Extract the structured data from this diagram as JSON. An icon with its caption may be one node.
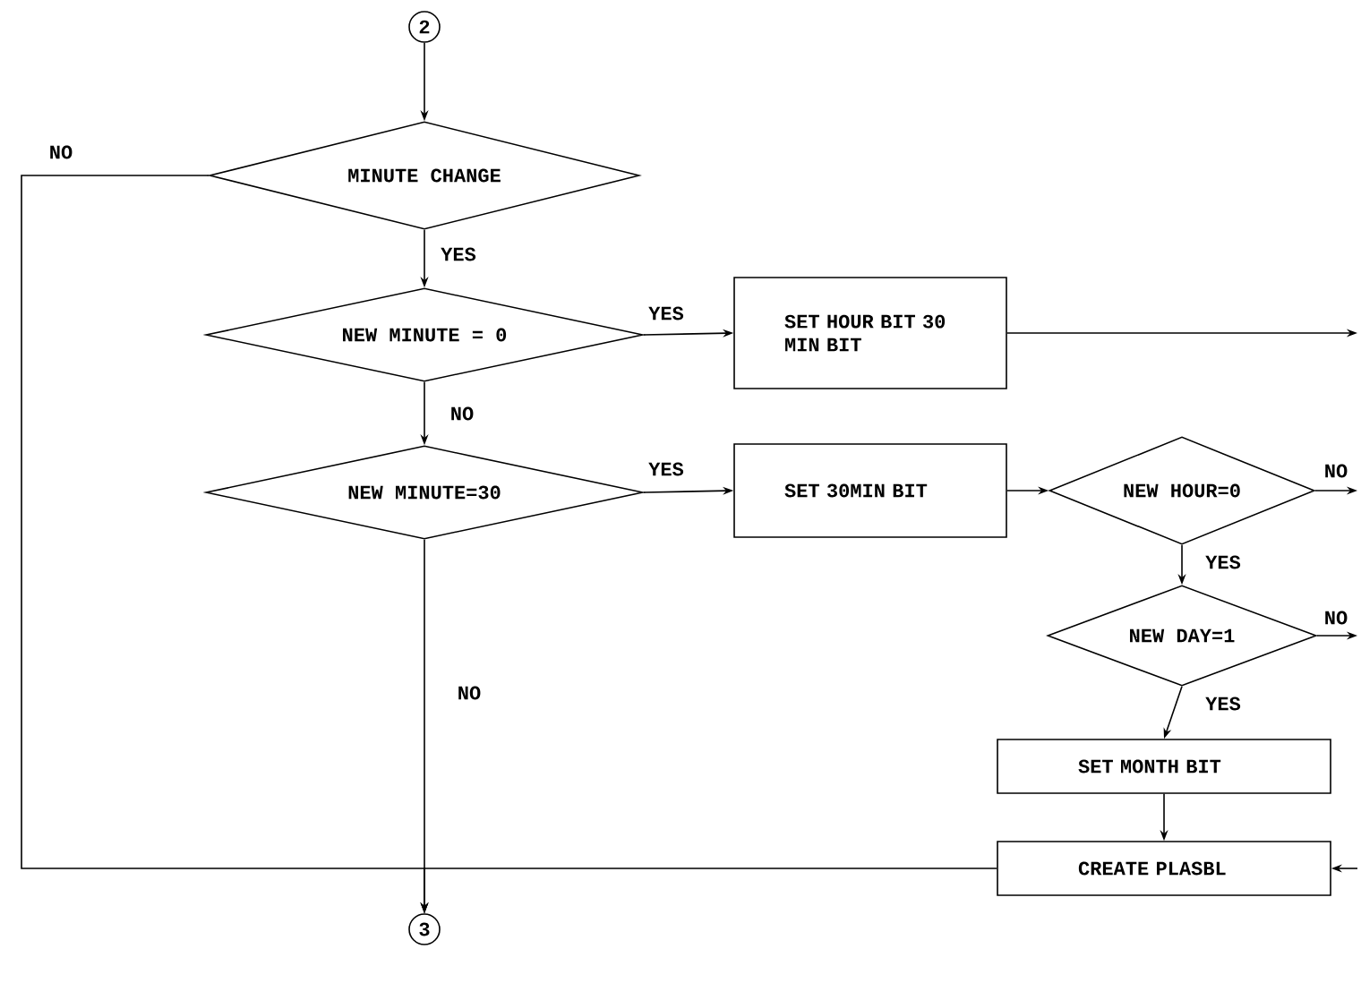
{
  "diagram": {
    "nodes": [
      {
        "text": [
          "2"
        ]
      },
      {
        "text": [
          "MINUTE CHANGE"
        ]
      },
      {
        "text": [
          "NEW MINUTE = 0"
        ]
      },
      {
        "text": [
          "SET HOUR BIT 30 MIN BIT"
        ]
      },
      {
        "text": [
          "NEW MINUTE=30"
        ]
      },
      {
        "text": [
          "SET 30MIN BIT"
        ]
      },
      {
        "text": [
          "NEW HOUR=0"
        ]
      },
      {
        "text": [
          "NEW DAY=1"
        ]
      },
      {
        "text": [
          "SET MONTH BIT"
        ]
      },
      {
        "text": [
          "CREATE PLASBL"
        ]
      },
      {
        "text": [
          "3"
        ]
      }
    ],
    "edges": [
      {
        "from": 0,
        "to": 1,
        "arrow": "to"
      },
      {
        "from": 1,
        "to": 2,
        "arrow": "to",
        "label": "YES"
      },
      {
        "from": 1,
        "to": 10,
        "arrow": "to",
        "label": "NO"
      },
      {
        "from": 2,
        "to": 3,
        "arrow": "to",
        "label": "YES"
      },
      {
        "from": 2,
        "to": 4,
        "arrow": "to",
        "label": "NO"
      },
      {
        "from": 4,
        "to": 5,
        "arrow": "to",
        "label": "YES"
      },
      {
        "from": 4,
        "to": 10,
        "arrow": "to",
        "label": "NO"
      },
      {
        "from": 3,
        "to": null,
        "arrow": "to"
      },
      {
        "from": 5,
        "to": 6,
        "arrow": "to"
      },
      {
        "from": 6,
        "to": null,
        "arrow": "to",
        "label": "NO"
      },
      {
        "from": 6,
        "to": 7,
        "arrow": "to",
        "label": "YES"
      },
      {
        "from": 7,
        "to": null,
        "arrow": "to",
        "label": "NO"
      },
      {
        "from": 7,
        "to": 8,
        "arrow": "to",
        "label": "YES"
      },
      {
        "from": 8,
        "to": 9,
        "arrow": "to"
      },
      {
        "from": null,
        "to": 9,
        "arrow": "to"
      },
      {
        "from": 9,
        "to": 10,
        "arrow": "to"
      }
    ]
  }
}
